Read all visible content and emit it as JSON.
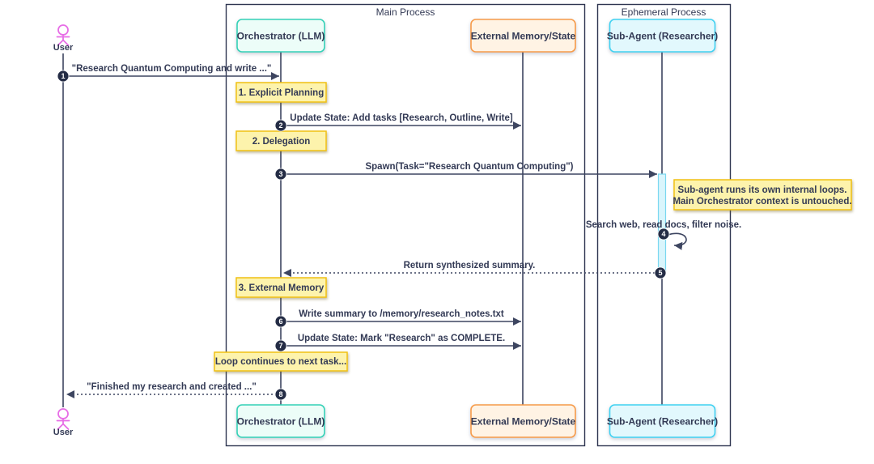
{
  "groups": {
    "main": "Main Process",
    "ephemeral": "Ephemeral Process"
  },
  "actors": {
    "user": "User",
    "orchestrator": "Orchestrator (LLM)",
    "memory": "External Memory/State",
    "subagent": "Sub-Agent (Researcher)"
  },
  "messages": [
    {
      "num": "1",
      "label": "\"Research Quantum Computing and write ...\""
    },
    {
      "num": "2",
      "label": "Update State: Add tasks [Research, Outline, Write]"
    },
    {
      "num": "3",
      "label": "Spawn(Task=\"Research Quantum Computing\")"
    },
    {
      "num": "4",
      "label": "Search web, read docs, filter noise."
    },
    {
      "num": "5",
      "label": "Return synthesized summary."
    },
    {
      "num": "6",
      "label": "Write summary to /memory/research_notes.txt"
    },
    {
      "num": "7",
      "label": "Update State: Mark \"Research\" as COMPLETE."
    },
    {
      "num": "8",
      "label": "\"Finished my research and created ...\""
    }
  ],
  "notes": {
    "planning": "1. Explicit Planning",
    "delegation": "2. Delegation",
    "subagent_line1": "Sub-agent runs its own internal loops.",
    "subagent_line2": "Main Orchestrator context is untouched.",
    "external_memory": "3. External Memory",
    "loop": "Loop continues to next task..."
  },
  "colors": {
    "ink": "#333a55",
    "line": "#3d4560",
    "frame": "#2e3550",
    "badge": "#242c45",
    "pink": "#e76ee6",
    "teal_fill": "#ecfdf8",
    "teal_border": "#35d2b7",
    "orange_fill": "#fff3e4",
    "orange_border": "#f79b4a",
    "cyan_fill": "#e2f8fd",
    "cyan_border": "#41d2f2",
    "activation_fill": "#d9f5fc",
    "activation_border": "#79d7f0",
    "note_fill": "#fdf3ac",
    "note_border": "#f1c115"
  }
}
